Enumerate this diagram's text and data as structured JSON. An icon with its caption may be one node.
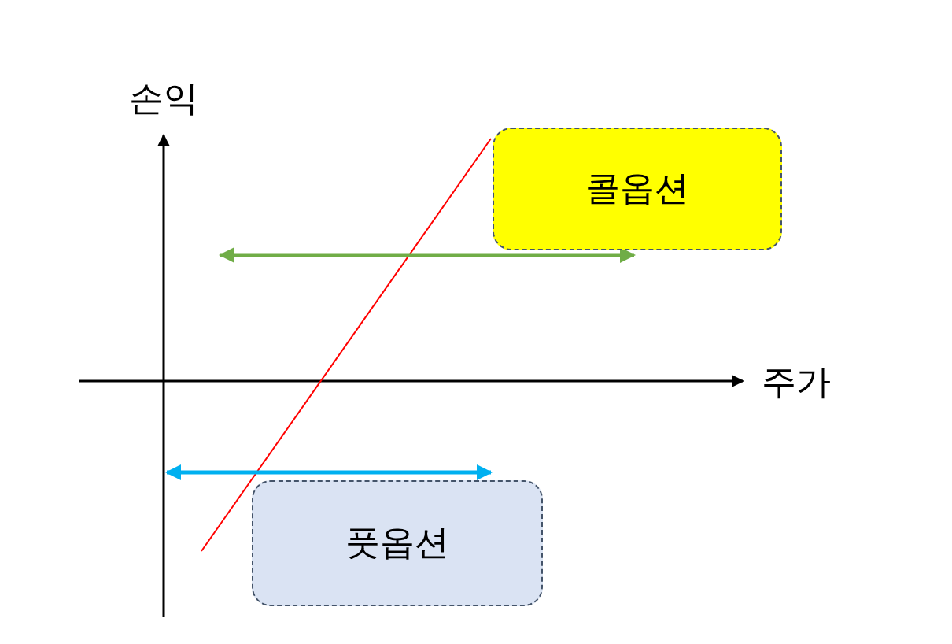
{
  "diagram": {
    "nodes": [
      {
        "text": [
          "콜옵션"
        ]
      },
      {
        "text": [
          "풋옵션"
        ]
      }
    ],
    "labels": [
      "손익",
      "주가"
    ]
  }
}
